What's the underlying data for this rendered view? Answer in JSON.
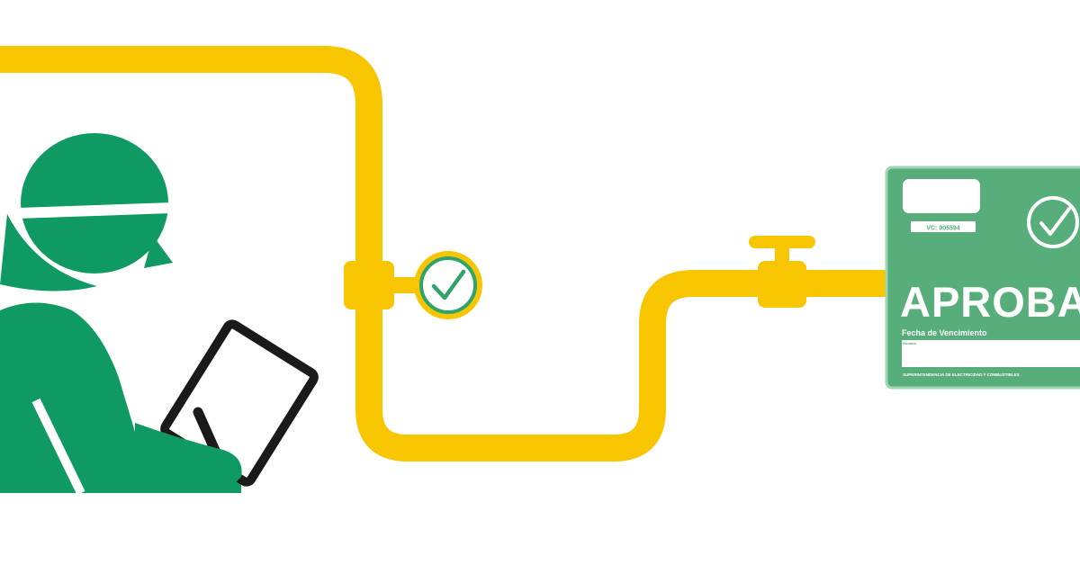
{
  "colors": {
    "pipe": "#F7C600",
    "worker": "#0E9A62",
    "seal": "#58AE7A",
    "seal_border": "#7CC596",
    "check": "#2FA36B",
    "tablet": "#1A1A1A",
    "background": "#FFFFFF"
  },
  "icons": {
    "worker": "worker-with-tablet-icon",
    "gauge": "gauge-check-icon",
    "valve": "valve-icon",
    "seal_check": "check-circle-icon"
  },
  "seal": {
    "code": "VC: 005594",
    "status": "APROBADO",
    "expiry_label": "Fecha de Vencimiento",
    "field_label": "Nombre",
    "footer": "SUPERINTENDENCIA DE ELECTRICIDAD Y COMBUSTIBLES"
  }
}
